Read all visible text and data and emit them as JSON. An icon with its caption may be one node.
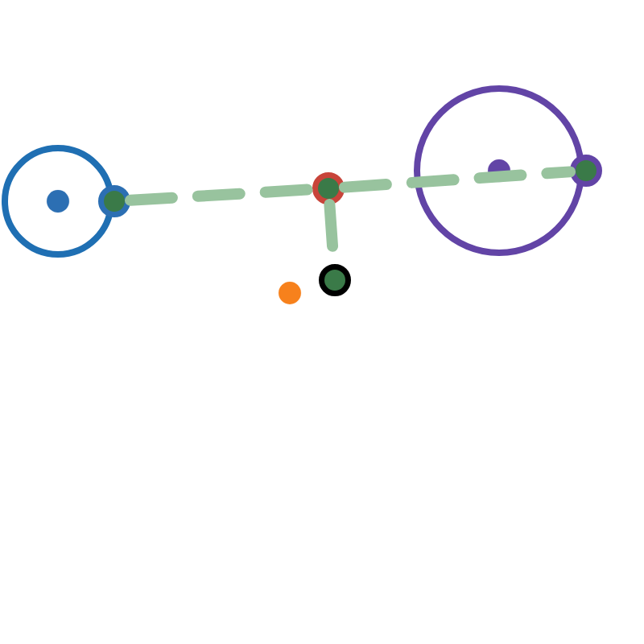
{
  "diagram": {
    "nodes": [
      {
        "text": [],
        "shape": "circle"
      },
      {
        "text": [],
        "shape": "circle",
        "in": 0
      },
      {
        "text": [],
        "shape": "circle"
      },
      {
        "text": [],
        "shape": "circle"
      },
      {
        "text": [],
        "shape": "circle"
      },
      {
        "text": [],
        "shape": "circle"
      },
      {
        "text": [],
        "shape": "circle"
      },
      {
        "text": [],
        "shape": "circle",
        "in": 6
      },
      {
        "text": [],
        "shape": "circle"
      }
    ],
    "edges": [
      {
        "from": 2,
        "to": 3,
        "arrow": "none",
        "style": "dashed"
      },
      {
        "from": 3,
        "to": 8,
        "arrow": "none",
        "style": "dashed"
      },
      {
        "from": 3,
        "to": 5,
        "arrow": "none",
        "style": "dashed"
      }
    ]
  }
}
